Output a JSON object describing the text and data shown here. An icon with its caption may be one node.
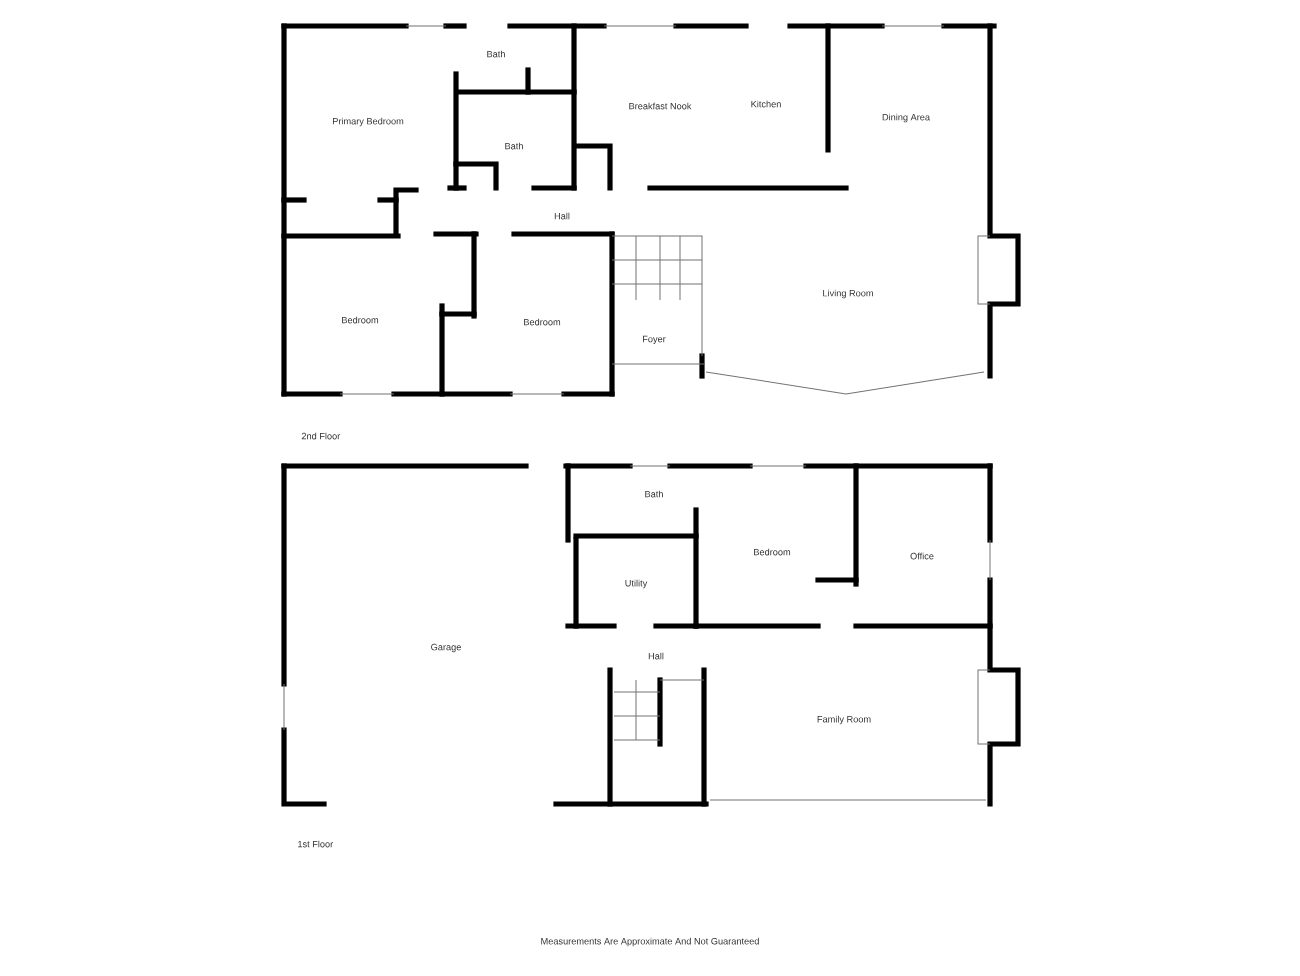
{
  "diagram": {
    "labels": [
      "Bath",
      "Primary Bedroom",
      "Breakfast Nook",
      "Kitchen",
      "Dining Area",
      "Bath",
      "Hall",
      "Bedroom",
      "Bedroom",
      "Living Room",
      "Foyer",
      "2nd Floor",
      "Bath",
      "Bedroom",
      "Office",
      "Utility",
      "Garage",
      "Hall",
      "Family Room",
      "1st Floor",
      "Measurements Are Approximate And Not Guaranteed"
    ]
  }
}
